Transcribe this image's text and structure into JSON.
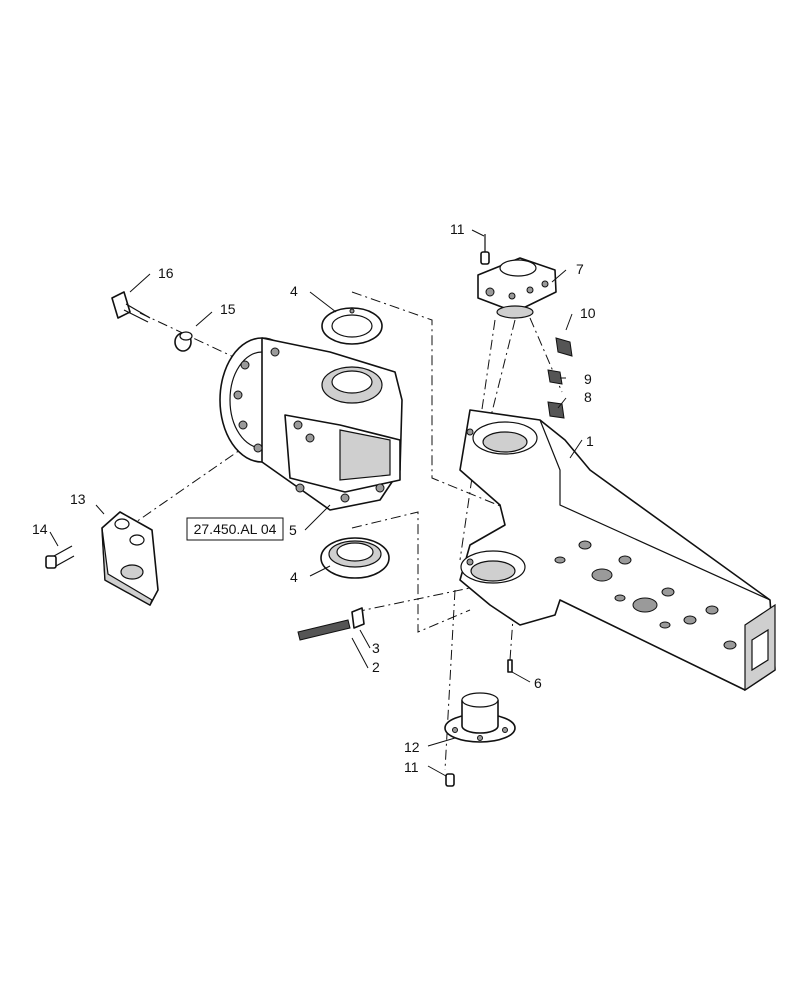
{
  "callouts": {
    "c1": "1",
    "c2": "2",
    "c3": "3",
    "c4a": "4",
    "c4b": "4",
    "c5": "5",
    "c6": "6",
    "c7": "7",
    "c8": "8",
    "c9": "9",
    "c10": "10",
    "c11a": "11",
    "c11b": "11",
    "c12": "12",
    "c13": "13",
    "c14": "14",
    "c15": "15",
    "c16": "16"
  },
  "reference_box": {
    "label": "27.450.AL 04"
  }
}
